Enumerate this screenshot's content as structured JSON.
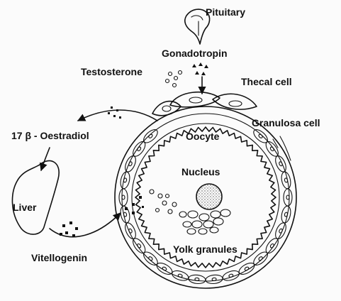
{
  "figure": {
    "labels": {
      "pituitary": "Pituitary",
      "gonadotropin": "Gonadotropin",
      "testosterone": "Testosterone",
      "thecal_cell": "Thecal cell",
      "granulosa_cell": "Granulosa cell",
      "oestradiol": "17 β - Oestradiol",
      "oocyte": "Oocyte",
      "nucleus": "Nucleus",
      "liver": "Liver",
      "vitellogenin": "Vitellogenin",
      "yolk_granules": "Yolk granules"
    },
    "colors": {
      "ink": "#111111",
      "background": "#fbfbfb",
      "nucleus_fill": "#d9d9d9"
    }
  }
}
